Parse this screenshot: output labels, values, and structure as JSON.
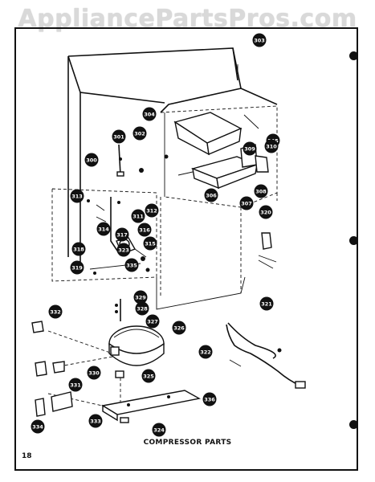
{
  "watermark": "AppliancePartsPros.com",
  "caption": "COMPRESSOR PARTS",
  "page_number": "18",
  "callouts": [
    "303",
    "304",
    "301",
    "302",
    "300",
    "305",
    "306",
    "307",
    "308",
    "309",
    "310",
    "311",
    "312",
    "313",
    "314",
    "315",
    "316",
    "317",
    "318",
    "319",
    "320",
    "321",
    "322",
    "323",
    "324",
    "325",
    "326",
    "327",
    "328",
    "329",
    "330",
    "331",
    "332",
    "333",
    "334",
    "335",
    "336"
  ]
}
